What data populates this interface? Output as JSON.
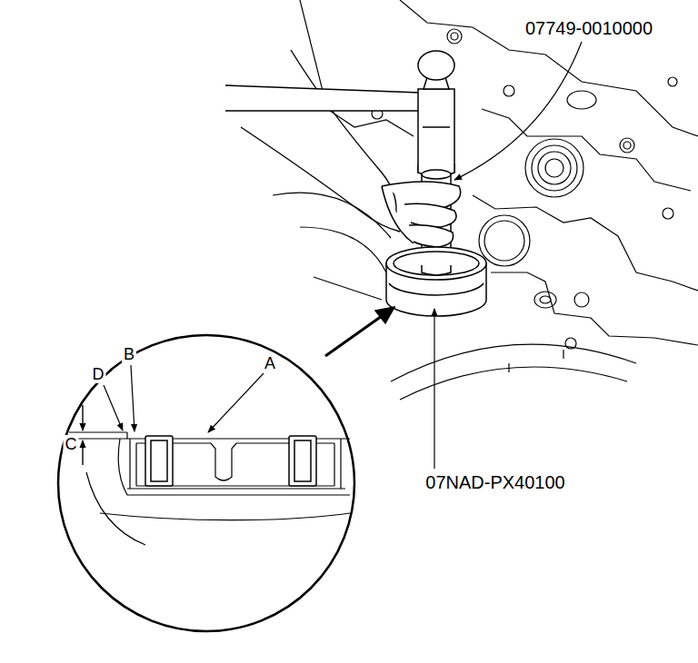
{
  "diagram": {
    "labels": [
      "07749-0010000",
      "A",
      "B",
      "D",
      "C",
      "07NAD-PX40100"
    ]
  }
}
